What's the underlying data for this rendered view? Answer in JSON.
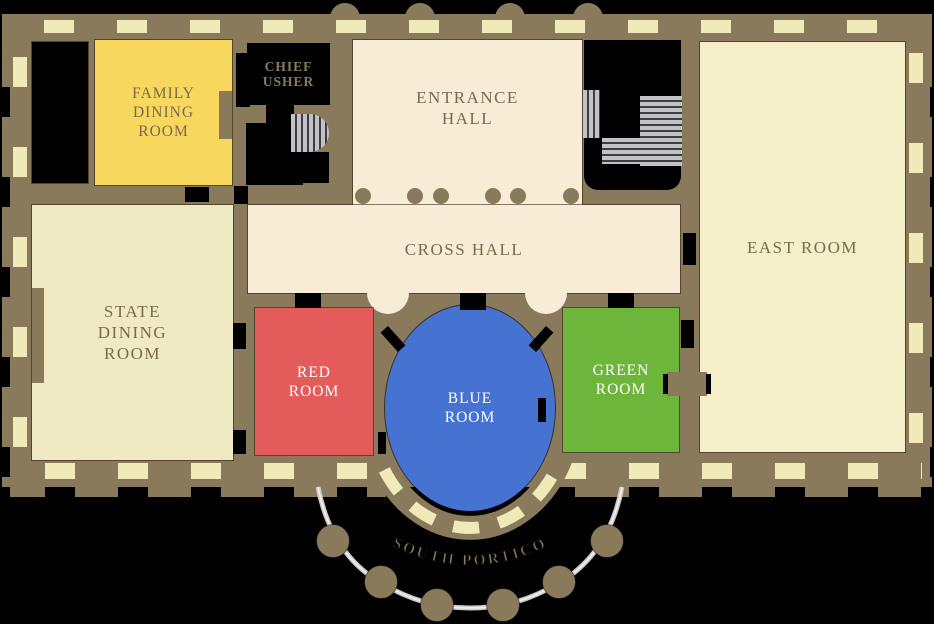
{
  "rooms": {
    "family_dining": {
      "lines": [
        "FAMILY",
        "DINING",
        "ROOM"
      ]
    },
    "chief_usher": {
      "lines": [
        "CHIEF",
        "USHER"
      ]
    },
    "entrance_hall": {
      "lines": [
        "ENTRANCE",
        "HALL"
      ]
    },
    "east_room": {
      "label": "EAST ROOM"
    },
    "state_dining": {
      "lines": [
        "STATE",
        "DINING",
        "ROOM"
      ]
    },
    "cross_hall": {
      "label": "CROSS HALL"
    },
    "red_room": {
      "lines": [
        "RED",
        "ROOM"
      ]
    },
    "blue_room": {
      "lines": [
        "BLUE",
        "ROOM"
      ]
    },
    "green_room": {
      "lines": [
        "GREEN",
        "ROOM"
      ]
    },
    "south_portico": {
      "label": "SOUTH PORTICO"
    }
  },
  "colors": {
    "wall": "#8a7a5c",
    "window": "#f0eab8",
    "hall": "#f9ecd6",
    "room_west": "#efe9c4",
    "room_east": "#f4eec9",
    "family": "#f8d75f",
    "red": "#e45b5b",
    "blue": "#4673d1",
    "green": "#6eb53c",
    "label": "#7a6a4c",
    "label_light": "#ffffff",
    "service": "#000000",
    "stair_light": "#c2c2c6",
    "stair_dark": "#3c3c42",
    "rail": "#c9c9c9",
    "rail_core": "#efefef",
    "portico_text": "#8a7a5c"
  }
}
